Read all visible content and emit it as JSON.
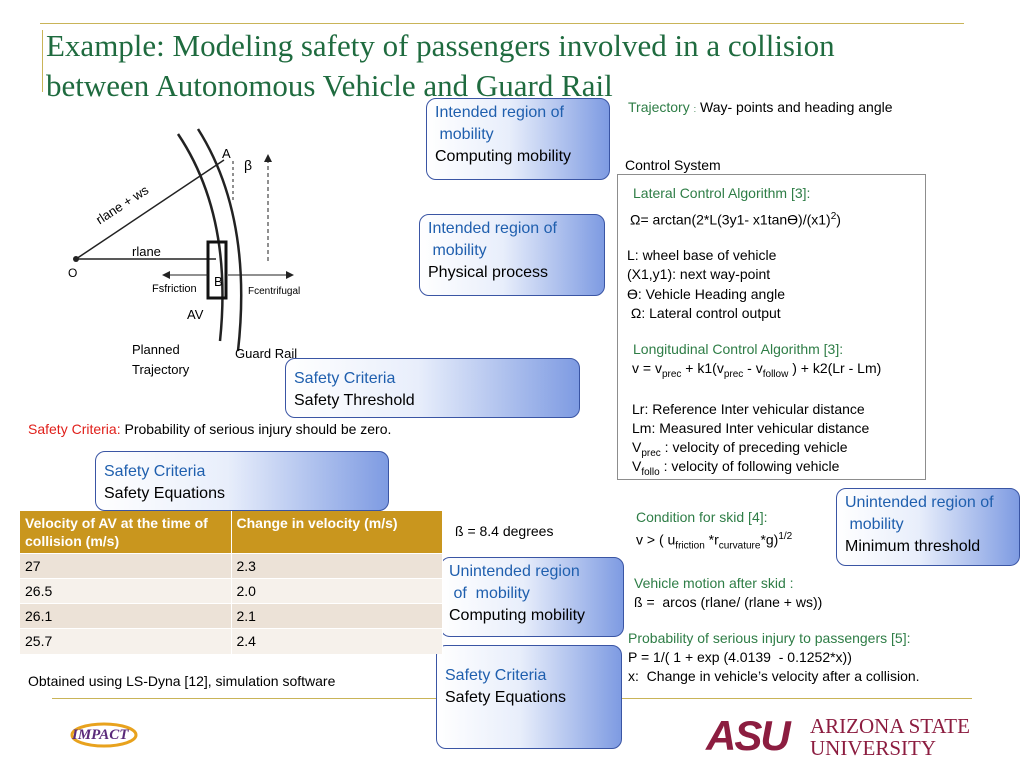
{
  "title": "Example: Modeling safety of passengers involved in a collision between Autonomous Vehicle and Guard Rail",
  "diagram": {
    "labels": {
      "o": "O",
      "a": "A",
      "b": "B",
      "beta": "β",
      "rlane_ws": "rlane + ws",
      "rlane": "rlane",
      "fsfriction": "Fsfriction",
      "fcentrifugal": "Fcentrifugal",
      "av": "AV",
      "planned": "Planned",
      "trajectory": "Trajectory",
      "guard_rail": "Guard Rail"
    }
  },
  "bubbles": {
    "intended_computing": {
      "line1": "Intended region of",
      "line2": " mobility",
      "line3": "Computing mobility"
    },
    "intended_physical": {
      "line1": "Intended region of",
      "line2": " mobility",
      "line3": "Physical process"
    },
    "safety_threshold": {
      "line1": "Safety Criteria",
      "line2": "Safety Threshold"
    },
    "safety_equations_top": {
      "line1": "Safety Criteria",
      "line2": "Safety Equations"
    },
    "unintended_computing": {
      "line1": "Unintended region",
      "line2": " of  mobility",
      "line3": "Computing mobility"
    },
    "safety_equations_bottom": {
      "line1": "Safety Criteria",
      "line2": "Safety Equations"
    },
    "unintended_minimum": {
      "line1": "Unintended region of",
      "line2": " mobility",
      "line3": "Minimum threshold"
    }
  },
  "trajectory": {
    "label": "Trajectory",
    "colon": ":",
    "text": "Way- points and heading angle"
  },
  "control_system": {
    "heading": "Control System",
    "lateral_title": "Lateral Control Algorithm [3]:",
    "lateral_eq": "Ω= arctan(2*L(3y1- x1tanϴ)/(x1)",
    "lateral_eq_sup": "2",
    "lateral_eq_end": ")",
    "def_l": "L: wheel base of vehicle",
    "def_xy": "(X1,y1): next way-point",
    "def_theta": "ϴ: Vehicle Heading angle",
    "def_omega": " Ω: Lateral control output",
    "long_title": "Longitudinal Control Algorithm [3]:",
    "long_eq": {
      "p1": "v = v",
      "s1": "prec",
      "p2": " + k1(v",
      "s2": "prec",
      "p3": " - v",
      "s3": "follow",
      "p4": " ) + k2(Lr - Lm)"
    },
    "def_lr": "Lr:  Reference Inter vehicular distance",
    "def_lm": "Lm: Measured Inter vehicular distance",
    "def_vprec": {
      "p1": "V",
      "s1": "prec",
      "p2": " : velocity of preceding vehicle"
    },
    "def_vfollo": {
      "p1": "V",
      "s1": "follo",
      "p2": " : velocity of following vehicle"
    }
  },
  "safety_statement": {
    "label": "Safety Criteria:",
    "text": " Probability of serious injury should be zero."
  },
  "table": {
    "headers": [
      "Velocity of AV at the time of collision (m/s)",
      "Change in velocity (m/s)"
    ],
    "rows": [
      [
        "27",
        "2.3"
      ],
      [
        "26.5",
        "2.0"
      ],
      [
        "26.1",
        "2.1"
      ],
      [
        "25.7",
        "2.4"
      ]
    ]
  },
  "beta_value": "ß = 8.4 degrees",
  "obtained_note": "Obtained using LS-Dyna [12], simulation software",
  "skid": {
    "title": "Condition for skid [4]:",
    "eq": {
      "p1": "v > ( u",
      "s1": "friction",
      "p2": " *r",
      "s2": "curvature",
      "p3": "*g)",
      "sup": "1/2"
    }
  },
  "motion": {
    "title": "Vehicle motion after skid :",
    "eq": "ß =  arcos (rlane/ (rlane + ws))"
  },
  "probability": {
    "title": "Probability of serious injury to passengers [5]:",
    "eq": "P = 1/( 1 + exp (4.0139  - 0.1252*x))",
    "def": "x:  Change in vehicle’s velocity after a collision."
  },
  "logos": {
    "impact": "IMPACT",
    "asu_mark": "ASU",
    "asu_line1": "ARIZONA STATE",
    "asu_line2": "UNIVERSITY"
  },
  "colors": {
    "title": "#1f6b3f",
    "accent_green": "#2e7d46",
    "accent_red": "#e0201b",
    "header_gold": "#c9961e",
    "asu_maroon": "#8c1d40",
    "asu_gold": "#ffc627"
  }
}
